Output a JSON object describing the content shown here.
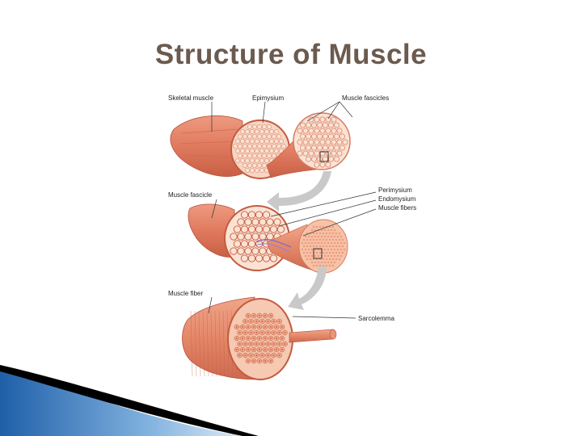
{
  "slide": {
    "title": "Structure of Muscle"
  },
  "diagram": {
    "labels": {
      "skeletal_muscle": "Skeletal muscle",
      "epimysium": "Epimysium",
      "muscle_fascicles": "Muscle fascicles",
      "muscle_fascicle": "Muscle fascicle",
      "perimysium": "Perimysium",
      "endomysium": "Endomysium",
      "muscle_fibers": "Muscle fibers",
      "muscle_fiber": "Muscle fiber",
      "sarcolemma": "Sarcolemma"
    },
    "colors": {
      "muscle": "#e07a5f",
      "muscle_dark": "#c85f45",
      "fascicle_fill": "#fbe3d4",
      "fiber_fill": "#f4a988",
      "fiber_core": "#c46a55",
      "arrow": "#bdbdbd",
      "nerve": "#7b68c8"
    }
  },
  "decoration": {
    "accent_colors": [
      "#1f5fa8",
      "#9fc4e8",
      "#000000"
    ]
  }
}
